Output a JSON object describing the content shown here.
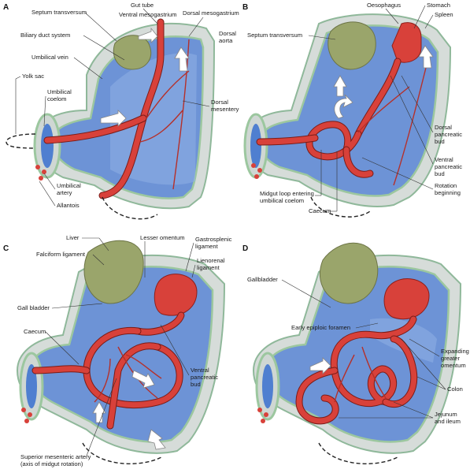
{
  "panels": {
    "a": {
      "letter": "A",
      "labels": {
        "septum_transversum": "Septum transversum",
        "gut_tube": "Gut tube",
        "ventral_mesogastrium": "Ventral mesogastrium",
        "dorsal_mesogastrium": "Dorsal mesogastrium",
        "dorsal_aorta_1": "Dorsal",
        "dorsal_aorta_2": "aorta",
        "biliary_duct_system": "Biliary duct system",
        "umbilical_vein": "Umbilical vein",
        "yolk_sac": "Yolk sac",
        "umbilical_coelom_1": "Umbilical",
        "umbilical_coelom_2": "coelom",
        "dorsal_mesentery_1": "Dorsal",
        "dorsal_mesentery_2": "mesentery",
        "umbilical_artery_1": "Umbilical",
        "umbilical_artery_2": "artery",
        "allantois": "Allantois"
      }
    },
    "b": {
      "letter": "B",
      "labels": {
        "oesophagus": "Oesophagus",
        "stomach": "Stomach",
        "spleen": "Spleen",
        "septum_transversum": "Septum transversum",
        "dorsal_pancreatic_bud_1": "Dorsal",
        "dorsal_pancreatic_bud_2": "pancreatic",
        "dorsal_pancreatic_bud_3": "bud",
        "ventral_pancreatic_bud_1": "Ventral",
        "ventral_pancreatic_bud_2": "pancreatic",
        "ventral_pancreatic_bud_3": "bud",
        "midgut_loop_1": "Midgut loop entering",
        "midgut_loop_2": "umbilical coelom",
        "rotation_beginning_1": "Rotation",
        "rotation_beginning_2": "beginning",
        "caecum": "Caecum"
      }
    },
    "c": {
      "letter": "C",
      "labels": {
        "liver": "Liver",
        "lesser_omentum": "Lesser omentum",
        "falciform_ligament": "Falciform ligament",
        "gastrosplenic_ligament_1": "Gastrosplenic",
        "gastrosplenic_ligament_2": "ligament",
        "lienorenal_ligament_1": "Lienorenal",
        "lienorenal_ligament_2": "ligament",
        "gall_bladder": "Gall bladder",
        "caecum": "Caecum",
        "ventral_pancreatic_bud_1": "Ventral",
        "ventral_pancreatic_bud_2": "pancreatic",
        "ventral_pancreatic_bud_3": "bud",
        "sma_1": "Superior mesenteric artery",
        "sma_2": "(axis of midgut rotation)"
      }
    },
    "d": {
      "letter": "D",
      "labels": {
        "gallbladder": "Gallbladder",
        "early_epiploic_foramen": "Early epiploic foramen",
        "expanding_greater_omentum_1": "Expanding",
        "expanding_greater_omentum_2": "greater",
        "expanding_greater_omentum_3": "omentum",
        "colon": "Colon",
        "jejunum_and_ileum_1": "Jejunum",
        "jejunum_and_ileum_2": "and ileum"
      }
    }
  }
}
